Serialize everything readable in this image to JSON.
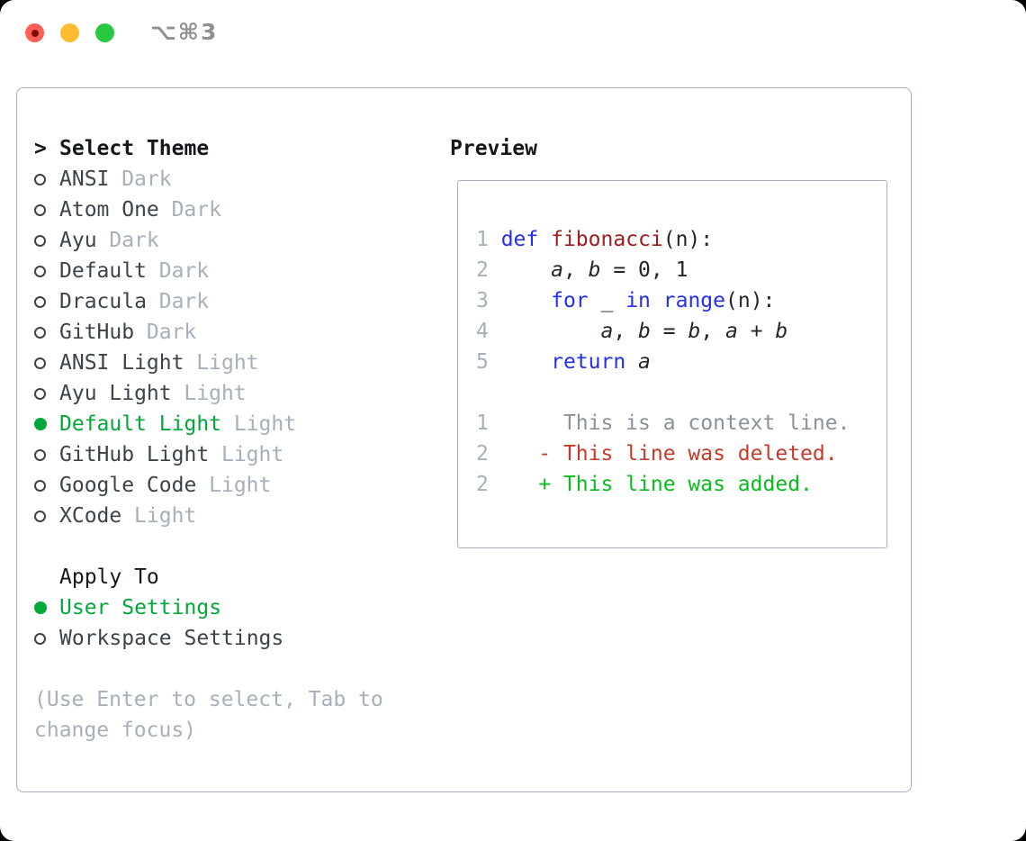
{
  "window": {
    "title": "⌥⌘3"
  },
  "traffic_lights": {
    "close": "red",
    "minimize": "yellow",
    "zoom": "green"
  },
  "theme_picker": {
    "title": "Select Theme",
    "cursor": ">",
    "items": [
      {
        "name": "ANSI",
        "variant": "Dark",
        "selected": false
      },
      {
        "name": "Atom One",
        "variant": "Dark",
        "selected": false
      },
      {
        "name": "Ayu",
        "variant": "Dark",
        "selected": false
      },
      {
        "name": "Default",
        "variant": "Dark",
        "selected": false
      },
      {
        "name": "Dracula",
        "variant": "Dark",
        "selected": false
      },
      {
        "name": "GitHub",
        "variant": "Dark",
        "selected": false
      },
      {
        "name": "ANSI Light",
        "variant": "Light",
        "selected": false
      },
      {
        "name": "Ayu Light",
        "variant": "Light",
        "selected": false
      },
      {
        "name": "Default Light",
        "variant": "Light",
        "selected": true
      },
      {
        "name": "GitHub Light",
        "variant": "Light",
        "selected": false
      },
      {
        "name": "Google Code",
        "variant": "Light",
        "selected": false
      },
      {
        "name": "XCode",
        "variant": "Light",
        "selected": false
      }
    ],
    "apply_to": {
      "title": "Apply To",
      "options": [
        {
          "label": "User Settings",
          "selected": true
        },
        {
          "label": "Workspace Settings",
          "selected": false
        }
      ]
    },
    "help": "(Use Enter to select, Tab to change focus)"
  },
  "preview": {
    "title": "Preview",
    "lines": [
      {
        "name": "code-line-1",
        "segments": [
          {
            "text": "1 ",
            "style": "ln"
          },
          {
            "text": "def ",
            "style": "kw"
          },
          {
            "text": "fibonacci",
            "style": "fn"
          },
          {
            "text": "(n):",
            "style": "pl"
          }
        ]
      },
      {
        "name": "code-line-2",
        "segments": [
          {
            "text": "2 ",
            "style": "ln"
          },
          {
            "text": "    ",
            "style": "pl"
          },
          {
            "text": "a",
            "style": "vr"
          },
          {
            "text": ", ",
            "style": "pl"
          },
          {
            "text": "b",
            "style": "vr"
          },
          {
            "text": " = 0, 1",
            "style": "pl"
          }
        ]
      },
      {
        "name": "code-line-3",
        "segments": [
          {
            "text": "3 ",
            "style": "ln"
          },
          {
            "text": "    ",
            "style": "pl"
          },
          {
            "text": "for",
            "style": "kw"
          },
          {
            "text": " _ ",
            "style": "pl"
          },
          {
            "text": "in",
            "style": "kw"
          },
          {
            "text": " ",
            "style": "pl"
          },
          {
            "text": "range",
            "style": "kw"
          },
          {
            "text": "(n):",
            "style": "pl"
          }
        ]
      },
      {
        "name": "code-line-4",
        "segments": [
          {
            "text": "4 ",
            "style": "ln"
          },
          {
            "text": "        ",
            "style": "pl"
          },
          {
            "text": "a",
            "style": "vr"
          },
          {
            "text": ", ",
            "style": "pl"
          },
          {
            "text": "b",
            "style": "vr"
          },
          {
            "text": " = ",
            "style": "pl"
          },
          {
            "text": "b",
            "style": "vr"
          },
          {
            "text": ", ",
            "style": "pl"
          },
          {
            "text": "a",
            "style": "vr"
          },
          {
            "text": " + ",
            "style": "pl"
          },
          {
            "text": "b",
            "style": "vr"
          }
        ]
      },
      {
        "name": "code-line-5",
        "segments": [
          {
            "text": "5 ",
            "style": "ln"
          },
          {
            "text": "    ",
            "style": "pl"
          },
          {
            "text": "return ",
            "style": "kw"
          },
          {
            "text": "a",
            "style": "vr"
          }
        ]
      },
      {
        "name": "blank-line",
        "segments": []
      },
      {
        "name": "diff-line-context",
        "segments": [
          {
            "text": "1 ",
            "style": "ln"
          },
          {
            "text": "     This is a context line.",
            "style": "ctx"
          }
        ]
      },
      {
        "name": "diff-line-deleted",
        "segments": [
          {
            "text": "2 ",
            "style": "ln"
          },
          {
            "text": "   - This line was deleted.",
            "style": "del"
          }
        ]
      },
      {
        "name": "diff-line-added",
        "segments": [
          {
            "text": "2 ",
            "style": "ln"
          },
          {
            "text": "   + This line was added.",
            "style": "add"
          }
        ]
      }
    ]
  },
  "colors": {
    "border": "#a8b0ba",
    "strong": "#14171b",
    "item": "#3c434b",
    "muted": "#a6afba",
    "accent-green": "#00a83a",
    "kw": "#2230ee",
    "fn": "#a01c1c",
    "code": "#22262c",
    "ctx": "#8b9199",
    "del": "#c63a2a",
    "add": "#09bd1c",
    "tl-close": "#ff5f57",
    "tl-close-dot": "#7d1007",
    "tl-min": "#febc2e",
    "tl-zoom": "#28c840",
    "title-text": "#8e9095"
  }
}
